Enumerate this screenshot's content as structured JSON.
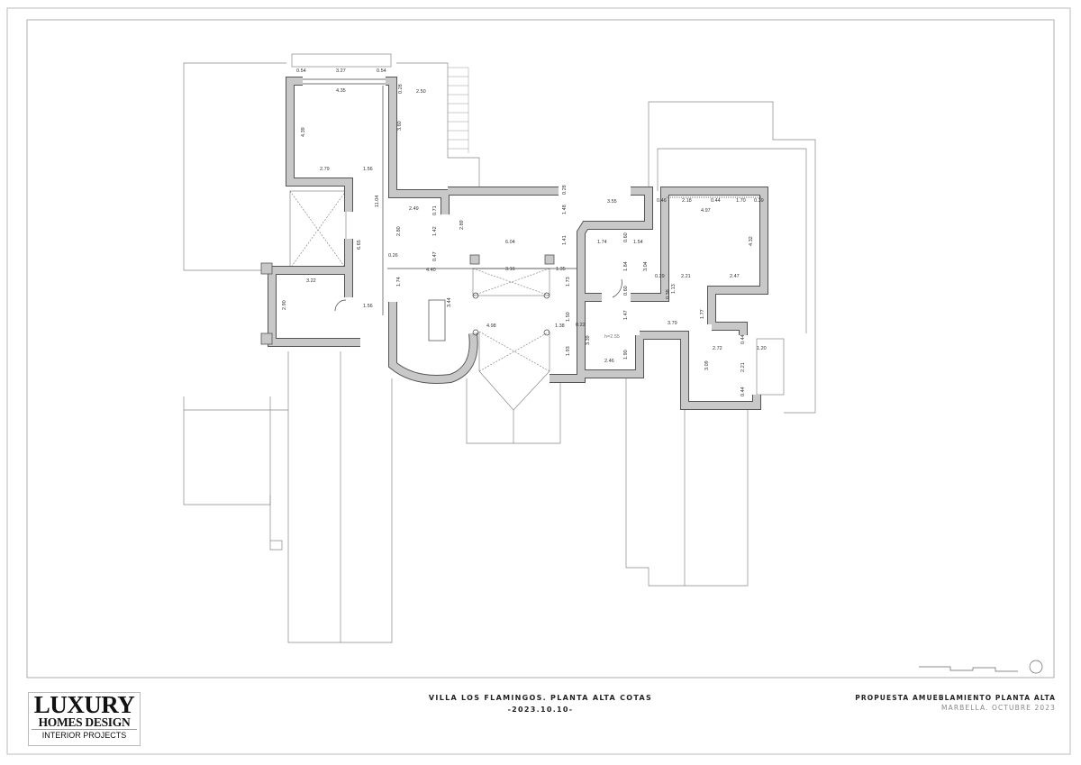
{
  "title_block": {
    "project_title": "VILLA LOS FLAMINGOS. PLANTA ALTA COTAS",
    "date": "-2023.10.10-",
    "proposal": "PROPUESTA AMUEBLAMIENTO PLANTA ALTA",
    "location_date": "MARBELLA. OCTUBRE 2023"
  },
  "logo": {
    "line1": "LUXURY",
    "line2": "HOMES DESIGN",
    "line3": "INTERIOR PROJECTS"
  },
  "colors": {
    "wall_fill": "#c8c8c8",
    "wall_edge": "#555555",
    "line": "#888888"
  },
  "room_height_label": "h=2.55",
  "dims": [
    "0.54",
    "3.27",
    "0.54",
    "4.35",
    "0.28",
    "2.50",
    "4.39",
    "3.60",
    "2.79",
    "1.56",
    "11.04",
    "2.49",
    "0.71",
    "2.89",
    "1.42",
    "2.80",
    "0.47",
    "0.26",
    "6.65",
    "4.40",
    "3.16",
    "1.35",
    "1.74",
    "1.73",
    "3.22",
    "3.44",
    "2.90",
    "1.56",
    "1.50",
    "4.98",
    "1.38",
    "0.22",
    "1.93",
    "6.04",
    "1.48",
    "1.41",
    "0.28",
    "3.55",
    "0.46",
    "2.18",
    "0.44",
    "1.70",
    "0.39",
    "4.97",
    "4.32",
    "1.74",
    "0.60",
    "1.54",
    "1.84",
    "3.04",
    "0.29",
    "2.21",
    "2.47",
    "0.60",
    "0.38",
    "1.13",
    "1.47",
    "1.77",
    "3.79",
    "3.39",
    "1.90",
    "2.46",
    "2.72",
    "0.44",
    "1.20",
    "3.09",
    "2.21",
    "0.44"
  ]
}
